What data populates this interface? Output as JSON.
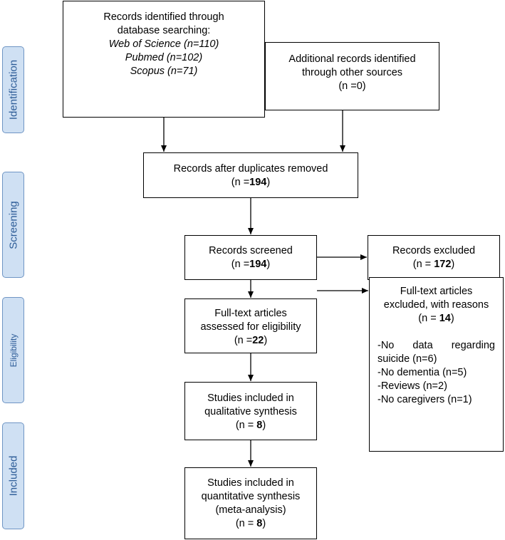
{
  "phases": {
    "identification": "Identification",
    "screening": "Screening",
    "eligibility": "Eligibility",
    "included": "Included"
  },
  "boxes": {
    "database": {
      "line1": "Records identified through",
      "line2": "database searching:",
      "wos": "Web of Science (n=110)",
      "pubmed": "Pubmed (n=102)",
      "scopus": "Scopus (n=71)"
    },
    "additional": {
      "line1": "Additional records identified",
      "line2": "through other sources",
      "count": "(n =0)"
    },
    "duplicates": {
      "line1": "Records after duplicates removed",
      "prefix": "(n =",
      "n": "194",
      "suffix": ")"
    },
    "screened": {
      "line1": "Records screened",
      "prefix": "(n =",
      "n": "194",
      "suffix": ")"
    },
    "excluded": {
      "line1": "Records excluded",
      "prefix": "(n = ",
      "n": "172",
      "suffix": ")"
    },
    "fulltext": {
      "line1": "Full-text articles",
      "line2": "assessed for eligibility",
      "prefix": "(n =",
      "n": "22",
      "suffix": ")"
    },
    "fulltext_excluded": {
      "line1": "Full-text articles",
      "line2": "excluded, with reasons",
      "prefix": "(n = ",
      "n": "14",
      "suffix": ")",
      "reasons": [
        "-No data regarding",
        "suicide (n=6)",
        "-No dementia (n=5)",
        "-Reviews (n=2)",
        "-No caregivers (n=1)"
      ]
    },
    "qualitative": {
      "line1": "Studies included in",
      "line2": "qualitative synthesis",
      "prefix": "(n = ",
      "n": "8",
      "suffix": ")"
    },
    "quantitative": {
      "line1": "Studies included in",
      "line2": "quantitative synthesis",
      "line3": "(meta-analysis)",
      "prefix": "(n = ",
      "n": "8",
      "suffix": ")"
    }
  }
}
